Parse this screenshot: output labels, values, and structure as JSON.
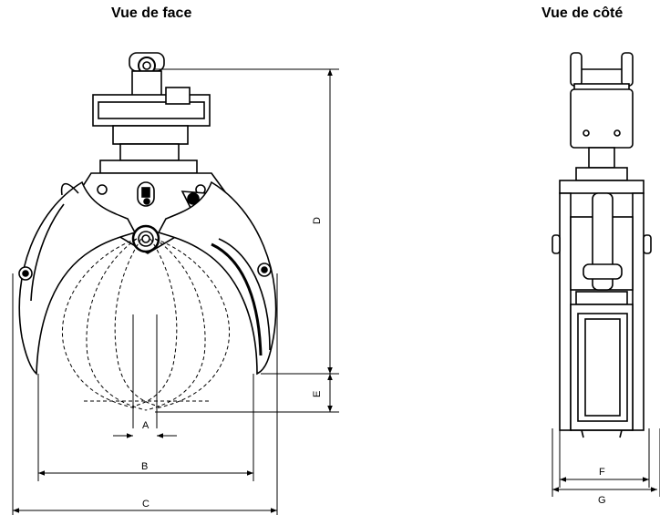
{
  "views": {
    "front_title": "Vue de face",
    "side_title": "Vue de côté"
  },
  "dimensions": {
    "A": "A",
    "B": "B",
    "C": "C",
    "D": "D",
    "E": "E",
    "F": "F",
    "G": "G"
  }
}
